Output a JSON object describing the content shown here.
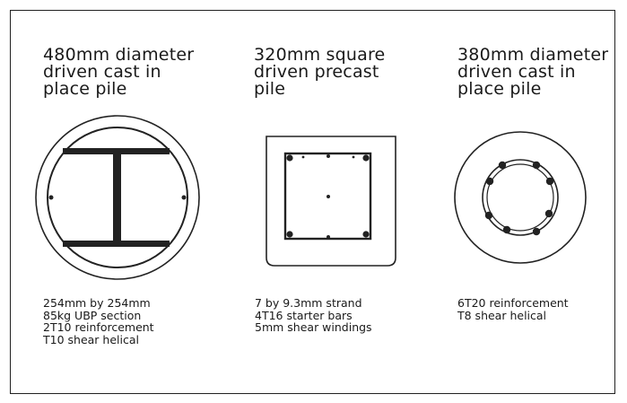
{
  "piles": [
    {
      "title": "480mm diameter\ndriven cast in\nplace pile",
      "notes": "254mm by 254mm\n85kg UBP section\n2T10 reinforcement\nT10 shear helical"
    },
    {
      "title": "320mm square\ndriven precast\npile",
      "notes": "7 by 9.3mm strand\n4T16 starter bars\n5mm shear windings"
    },
    {
      "title": "380mm diameter\ndriven cast in\nplace pile",
      "notes": "6T20 reinforcement\nT8 shear helical"
    }
  ]
}
